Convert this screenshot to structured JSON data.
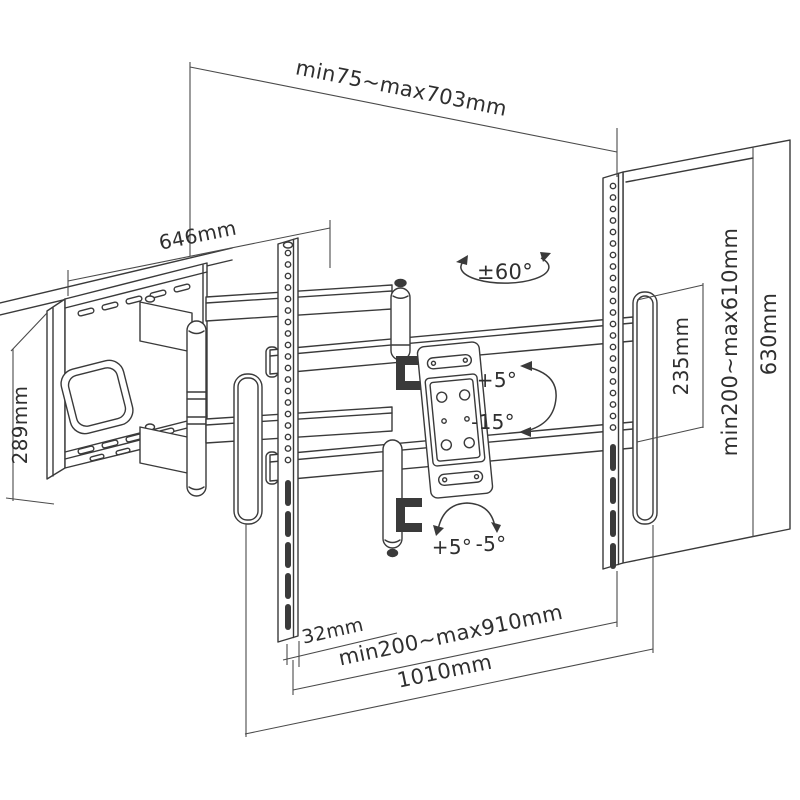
{
  "diagram": {
    "subject": "Full-motion articulating TV wall mount dimension drawing",
    "line_color": "#3a3a3a",
    "background": "#ffffff"
  },
  "dimensions": {
    "extension_range": "min75~max703mm",
    "wall_plate_width": "646mm",
    "wall_plate_height": "289mm",
    "bracket_spacing": "235mm",
    "vesa_height_range": "min200~max610mm",
    "bracket_height": "630mm",
    "rail_offset": "32mm",
    "vesa_width_range": "min200~max910mm",
    "crossbar_width": "1010mm"
  },
  "angles": {
    "swivel": "±60°",
    "tilt_up": "+5°",
    "tilt_down": "-15°",
    "level_plus": "+5°",
    "level_minus": "-5°"
  }
}
